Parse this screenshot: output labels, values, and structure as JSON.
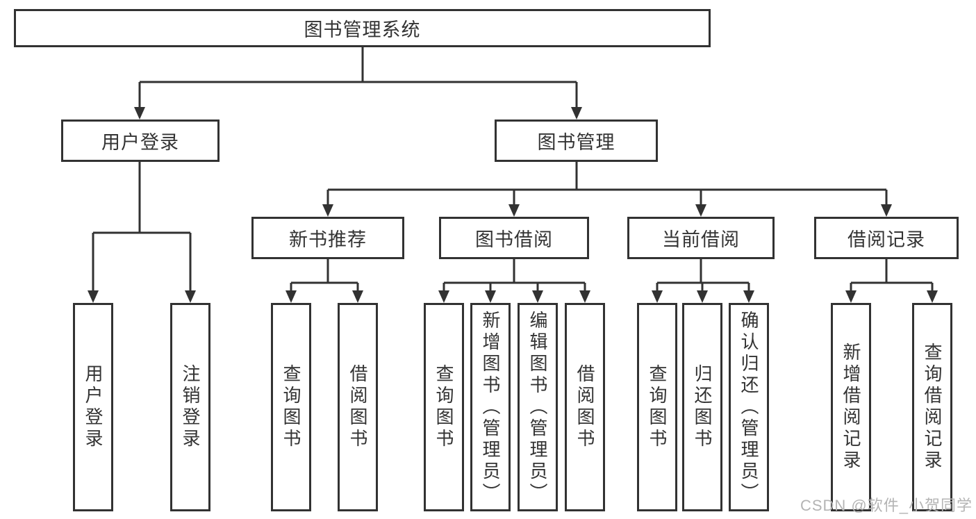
{
  "title": "图书管理系统",
  "colors": {
    "line": "#323232",
    "text": "#333333",
    "background": "#ffffff",
    "watermark": "#b4b4b4"
  },
  "tree": {
    "root": {
      "label": "图书管理系统"
    },
    "branches": [
      {
        "label": "用户登录",
        "children": [
          {
            "label": "用户登录"
          },
          {
            "label": "注销登录"
          }
        ]
      },
      {
        "label": "图书管理",
        "children": [
          {
            "label": "新书推荐",
            "children": [
              {
                "label": "查询图书"
              },
              {
                "label": "借阅图书"
              }
            ]
          },
          {
            "label": "图书借阅",
            "children": [
              {
                "label": "查询图书"
              },
              {
                "label": "新增图书（管理员）"
              },
              {
                "label": "编辑图书（管理员）"
              },
              {
                "label": "借阅图书"
              }
            ]
          },
          {
            "label": "当前借阅",
            "children": [
              {
                "label": "查询图书"
              },
              {
                "label": "归还图书"
              },
              {
                "label": "确认归还（管理员）"
              }
            ]
          },
          {
            "label": "借阅记录",
            "children": [
              {
                "label": "新增借阅记录"
              },
              {
                "label": "查询借阅记录"
              }
            ]
          }
        ]
      }
    ]
  },
  "watermark": {
    "text": "CSDN @软件_小贺同学"
  }
}
